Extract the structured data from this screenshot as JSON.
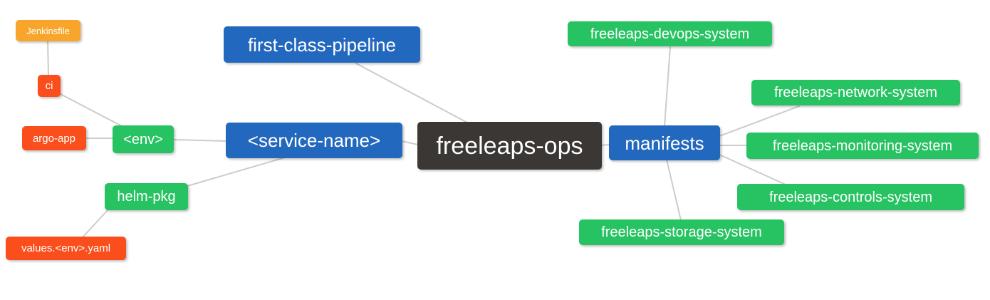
{
  "palette": {
    "root_bg": "#3b3734",
    "level1_bg": "#2268be",
    "level2_bg": "#27c262",
    "level3_bg": "#fa4e1d",
    "level4_bg": "#f7a52b",
    "edge_color": "#cccccc",
    "text_color": "#ffffff",
    "canvas_bg": "#ffffff"
  },
  "nodes": {
    "root": {
      "label": "freeleaps-ops",
      "level": 0
    },
    "first_class_pipeline": {
      "label": "first-class-pipeline",
      "level": 1
    },
    "service_name": {
      "label": "<service-name>",
      "level": 1
    },
    "manifests": {
      "label": "manifests",
      "level": 1
    },
    "env": {
      "label": "<env>",
      "level": 2
    },
    "helm_pkg": {
      "label": "helm-pkg",
      "level": 2
    },
    "ci": {
      "label": "ci",
      "level": 3
    },
    "argo_app": {
      "label": "argo-app",
      "level": 3
    },
    "jenkinsfile": {
      "label": "Jenkinsfile",
      "level": 4
    },
    "values_env_yaml": {
      "label": "values.<env>.yaml",
      "level": 3
    },
    "devops_system": {
      "label": "freeleaps-devops-system",
      "level": 2
    },
    "network_system": {
      "label": "freeleaps-network-system",
      "level": 2
    },
    "monitoring_system": {
      "label": "freeleaps-monitoring-system",
      "level": 2
    },
    "controls_system": {
      "label": "freeleaps-controls-system",
      "level": 2
    },
    "storage_system": {
      "label": "freeleaps-storage-system",
      "level": 2
    }
  },
  "edges": [
    {
      "from": "jenkinsfile",
      "to": "ci"
    },
    {
      "from": "ci",
      "to": "env"
    },
    {
      "from": "argo_app",
      "to": "env"
    },
    {
      "from": "env",
      "to": "service_name"
    },
    {
      "from": "service_name",
      "to": "helm_pkg"
    },
    {
      "from": "helm_pkg",
      "to": "values_env_yaml"
    },
    {
      "from": "first_class_pipeline",
      "to": "root"
    },
    {
      "from": "service_name",
      "to": "root"
    },
    {
      "from": "root",
      "to": "manifests"
    },
    {
      "from": "manifests",
      "to": "devops_system"
    },
    {
      "from": "manifests",
      "to": "network_system"
    },
    {
      "from": "manifests",
      "to": "monitoring_system"
    },
    {
      "from": "manifests",
      "to": "controls_system"
    },
    {
      "from": "manifests",
      "to": "storage_system"
    }
  ]
}
